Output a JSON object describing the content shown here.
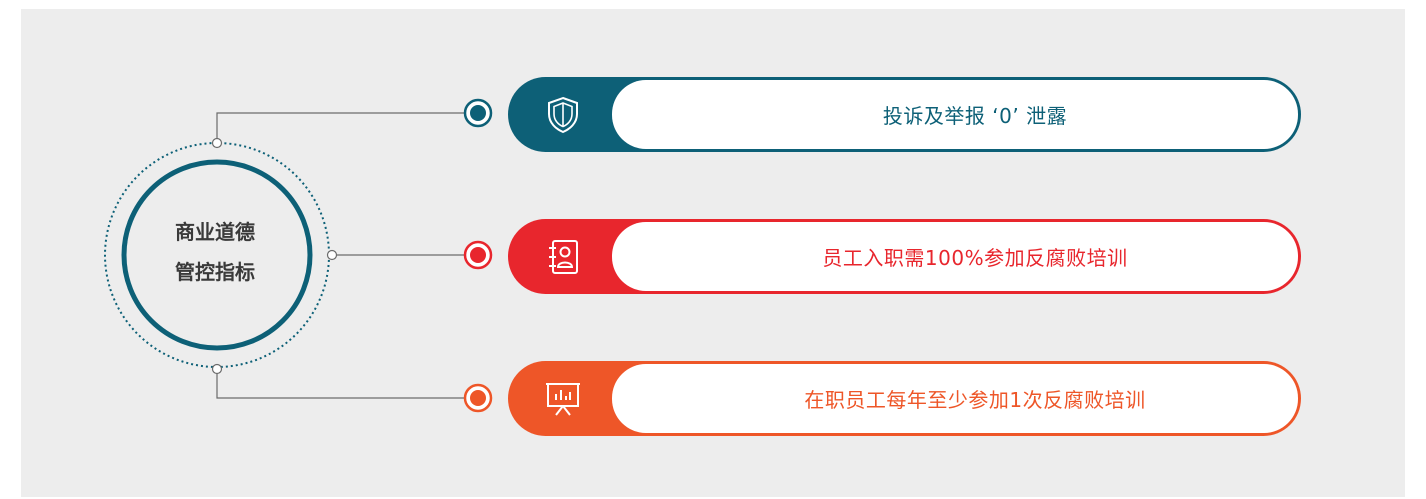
{
  "center": {
    "line1": "商业道德",
    "line2": "管控指标"
  },
  "items": [
    {
      "label": "投诉及举报 ‘0’ 泄露",
      "icon": "shield-icon",
      "color": "#0d6077"
    },
    {
      "label": "员工入职需100%参加反腐败培训",
      "icon": "contact-book-icon",
      "color": "#e8262d"
    },
    {
      "label": "在职员工每年至少参加1次反腐败培训",
      "icon": "presentation-chart-icon",
      "color": "#ee5628"
    }
  ],
  "colors": {
    "background": "#ededed",
    "ring": "#0d6077",
    "connector": "#6b6b6b"
  }
}
